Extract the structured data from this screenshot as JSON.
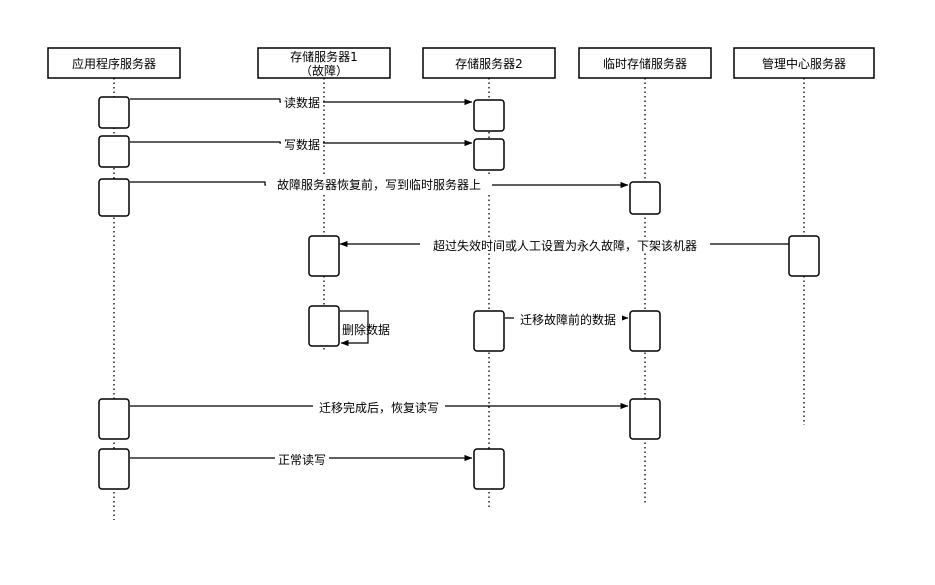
{
  "participants": [
    {
      "id": "app",
      "label_lines": [
        "应用程序服务器"
      ]
    },
    {
      "id": "s1",
      "label_lines": [
        "存储服务器1",
        "（故障）"
      ]
    },
    {
      "id": "s2",
      "label_lines": [
        "存储服务器2"
      ]
    },
    {
      "id": "tmp",
      "label_lines": [
        "临时存储服务器"
      ]
    },
    {
      "id": "mgr",
      "label_lines": [
        "管理中心服务器"
      ]
    }
  ],
  "messages": [
    {
      "from": "app",
      "to": "s2",
      "label": "读数据"
    },
    {
      "from": "app",
      "to": "s2",
      "label": "写数据"
    },
    {
      "from": "app",
      "to": "tmp",
      "label": "故障服务器恢复前，写到临时服务器上"
    },
    {
      "from": "mgr",
      "to": "s1",
      "label": "超过失效时间或人工设置为永久故障，下架该机器"
    },
    {
      "from": "s1",
      "to": "s1",
      "label": "删除数据"
    },
    {
      "from": "s2",
      "to": "tmp",
      "label": "迁移故障前的数据"
    },
    {
      "from": "app",
      "to": "tmp",
      "label": "迁移完成后，恢复读写"
    },
    {
      "from": "app",
      "to": "s2",
      "label": "正常读写"
    }
  ]
}
